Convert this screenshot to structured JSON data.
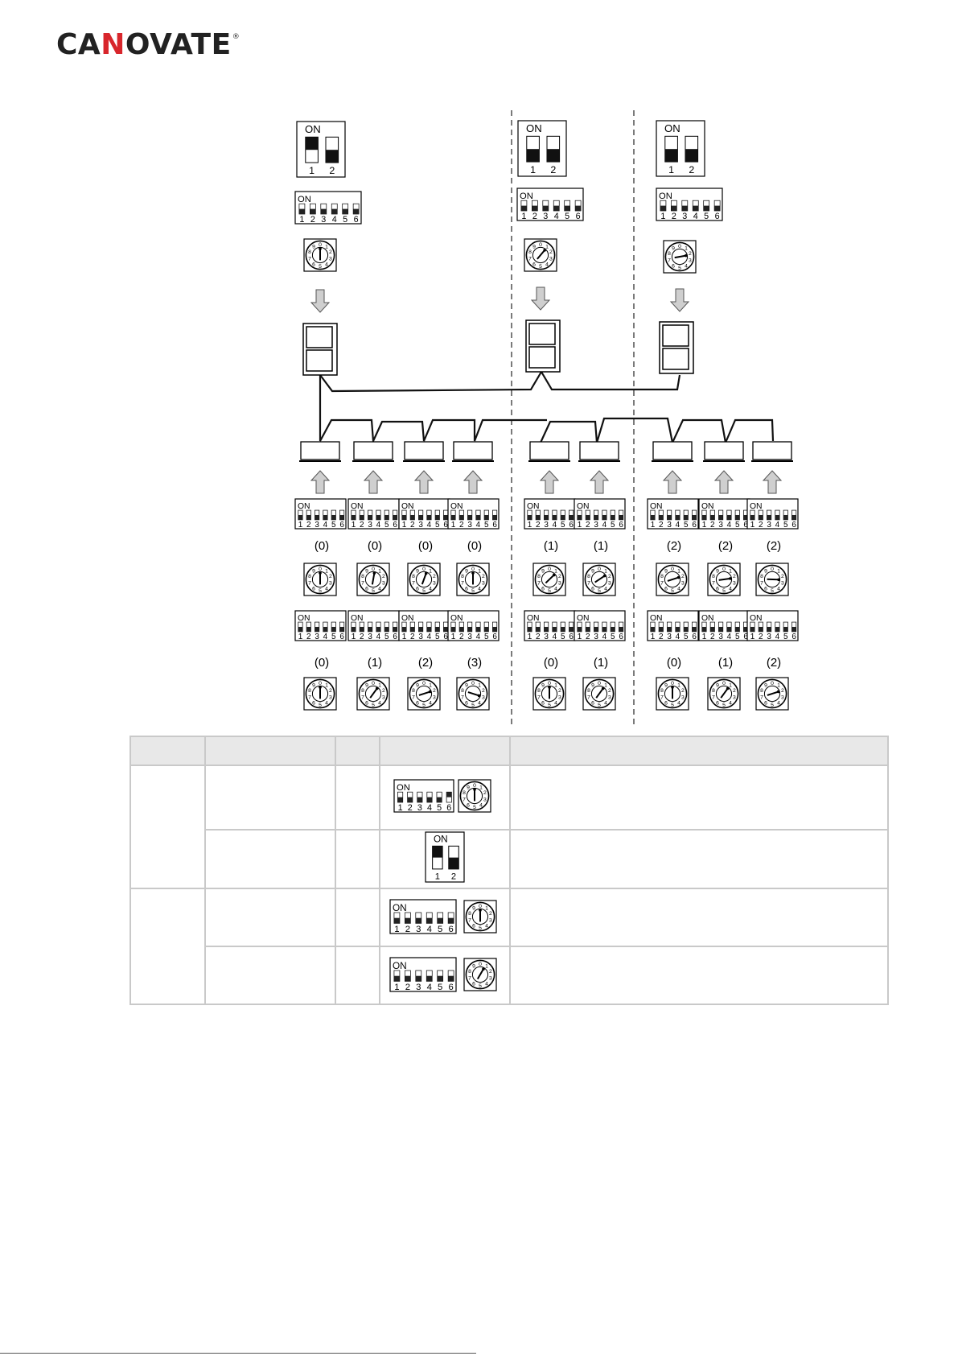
{
  "brand": {
    "logo_text": "CANOVATE",
    "registered": "®",
    "accent_color": "#d8262c"
  },
  "switch_labels": {
    "on": "ON",
    "two_pos_numbers": [
      "1",
      "2"
    ],
    "six_pos_numbers": [
      "1",
      "2",
      "3",
      "4",
      "5",
      "6"
    ],
    "rotary_digits": [
      "0",
      "1",
      "2",
      "3",
      "4",
      "5",
      "6",
      "7",
      "8",
      "9"
    ]
  },
  "address_labels": {
    "row1": [
      "(0)",
      "(0)",
      "(0)",
      "(0)",
      "(1)",
      "(1)",
      "(2)",
      "(2)",
      "(2)"
    ],
    "row2": [
      "(0)",
      "(1)",
      "(2)",
      "(3)",
      "(0)",
      "(1)",
      "(0)",
      "(1)",
      "(2)"
    ]
  },
  "controller_switch_states": {
    "group0": {
      "two_pos": [
        true,
        false
      ],
      "six_pos": [
        false,
        false,
        false,
        false,
        false,
        false
      ]
    },
    "group1": {
      "two_pos": [
        false,
        false
      ],
      "six_pos": [
        false,
        false,
        false,
        false,
        false,
        false
      ]
    },
    "group2": {
      "two_pos": [
        false,
        false
      ],
      "six_pos": [
        false,
        false,
        false,
        false,
        false,
        false
      ]
    }
  },
  "table": {
    "headers": [
      "",
      "",
      "",
      "",
      ""
    ],
    "rows": [
      {
        "image": "six-dip-rotary",
        "dip_states": [
          false,
          false,
          false,
          false,
          false,
          true
        ]
      },
      {
        "image": "two-dip",
        "dip_states": [
          true,
          false
        ]
      },
      {
        "image": "six-dip-rotary-large",
        "dip_states": [
          false,
          false,
          false,
          false,
          false,
          false
        ]
      },
      {
        "image": "six-dip-rotary-large",
        "dip_states": [
          false,
          false,
          false,
          false,
          false,
          false
        ]
      }
    ]
  },
  "colors": {
    "grid_border": "#c9c9c9",
    "header_fill": "#e8e8e8",
    "arrow_fill": "#cfcfcf",
    "divider": "#333333"
  }
}
